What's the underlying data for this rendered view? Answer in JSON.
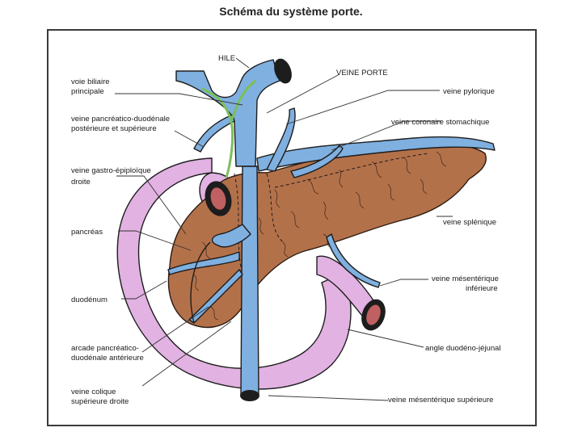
{
  "title": "Schéma du système porte.",
  "labels": {
    "hile": "HILE",
    "veine_porte": "VEINE PORTE",
    "voie_biliaire_1": "voie biliaire",
    "voie_biliaire_2": "principale",
    "pancreatico_duod_post_1": "veine pancréatico-duodénale",
    "pancreatico_duod_post_2": "postérieure et supérieure",
    "gastro_epiploique_1": "veine gastro-épiploïque",
    "gastro_epiploique_2": "droite",
    "pancreas": "pancréas",
    "duodenum": "duodénum",
    "arcade_1": "arcade pancréatico-",
    "arcade_2": "duodénale antérieure",
    "colique_1": "veine colique",
    "colique_2": "supérieure droite",
    "pylorique": "veine pylorique",
    "coronaire": "veine coronaire stomachique",
    "splenique": "veine splénique",
    "mesenterique_inf_1": "veine mésentérique",
    "mesenterique_inf_2": "inférieure",
    "angle": "angle duodéno-jéjunal",
    "mesenterique_sup": "veine mésentérique supérieure"
  },
  "colors": {
    "vein": "#7fb0e0",
    "pancreas": "#b3714a",
    "duodenum": "#e2b2e2",
    "bile_duct": "#7bbf5a"
  }
}
